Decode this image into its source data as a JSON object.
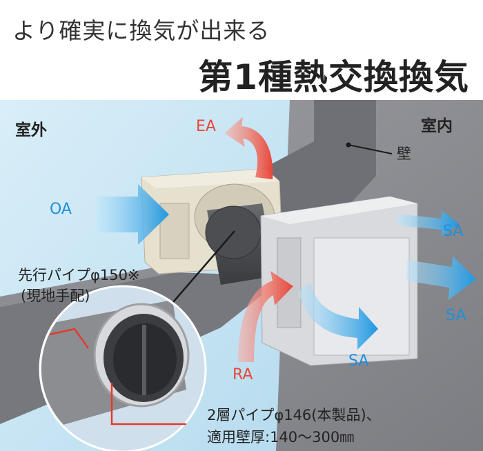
{
  "header": {
    "subtitle": "より確実に換気が出来る",
    "title": "第1種熱交換換気"
  },
  "labels": {
    "outdoor": "室外",
    "indoor": "室内",
    "wall": "壁",
    "ea": "EA",
    "oa": "OA",
    "ra": "RA",
    "sa_1": "SA",
    "sa_2": "SA",
    "sa_3": "SA"
  },
  "pipe_note": {
    "line1": "先行パイプφ150※",
    "line2": "(現地手配)"
  },
  "pipe_spec": {
    "line1": "2層パイプφ146(本製品)、",
    "line2": "適用壁厚:140〜300㎜"
  },
  "colors": {
    "exhaust_arrow": "#e8473a",
    "supply_arrow": "#1f8fd8",
    "wall": "#7a7a7e",
    "outdoor_sky": "#cfe8f4"
  }
}
